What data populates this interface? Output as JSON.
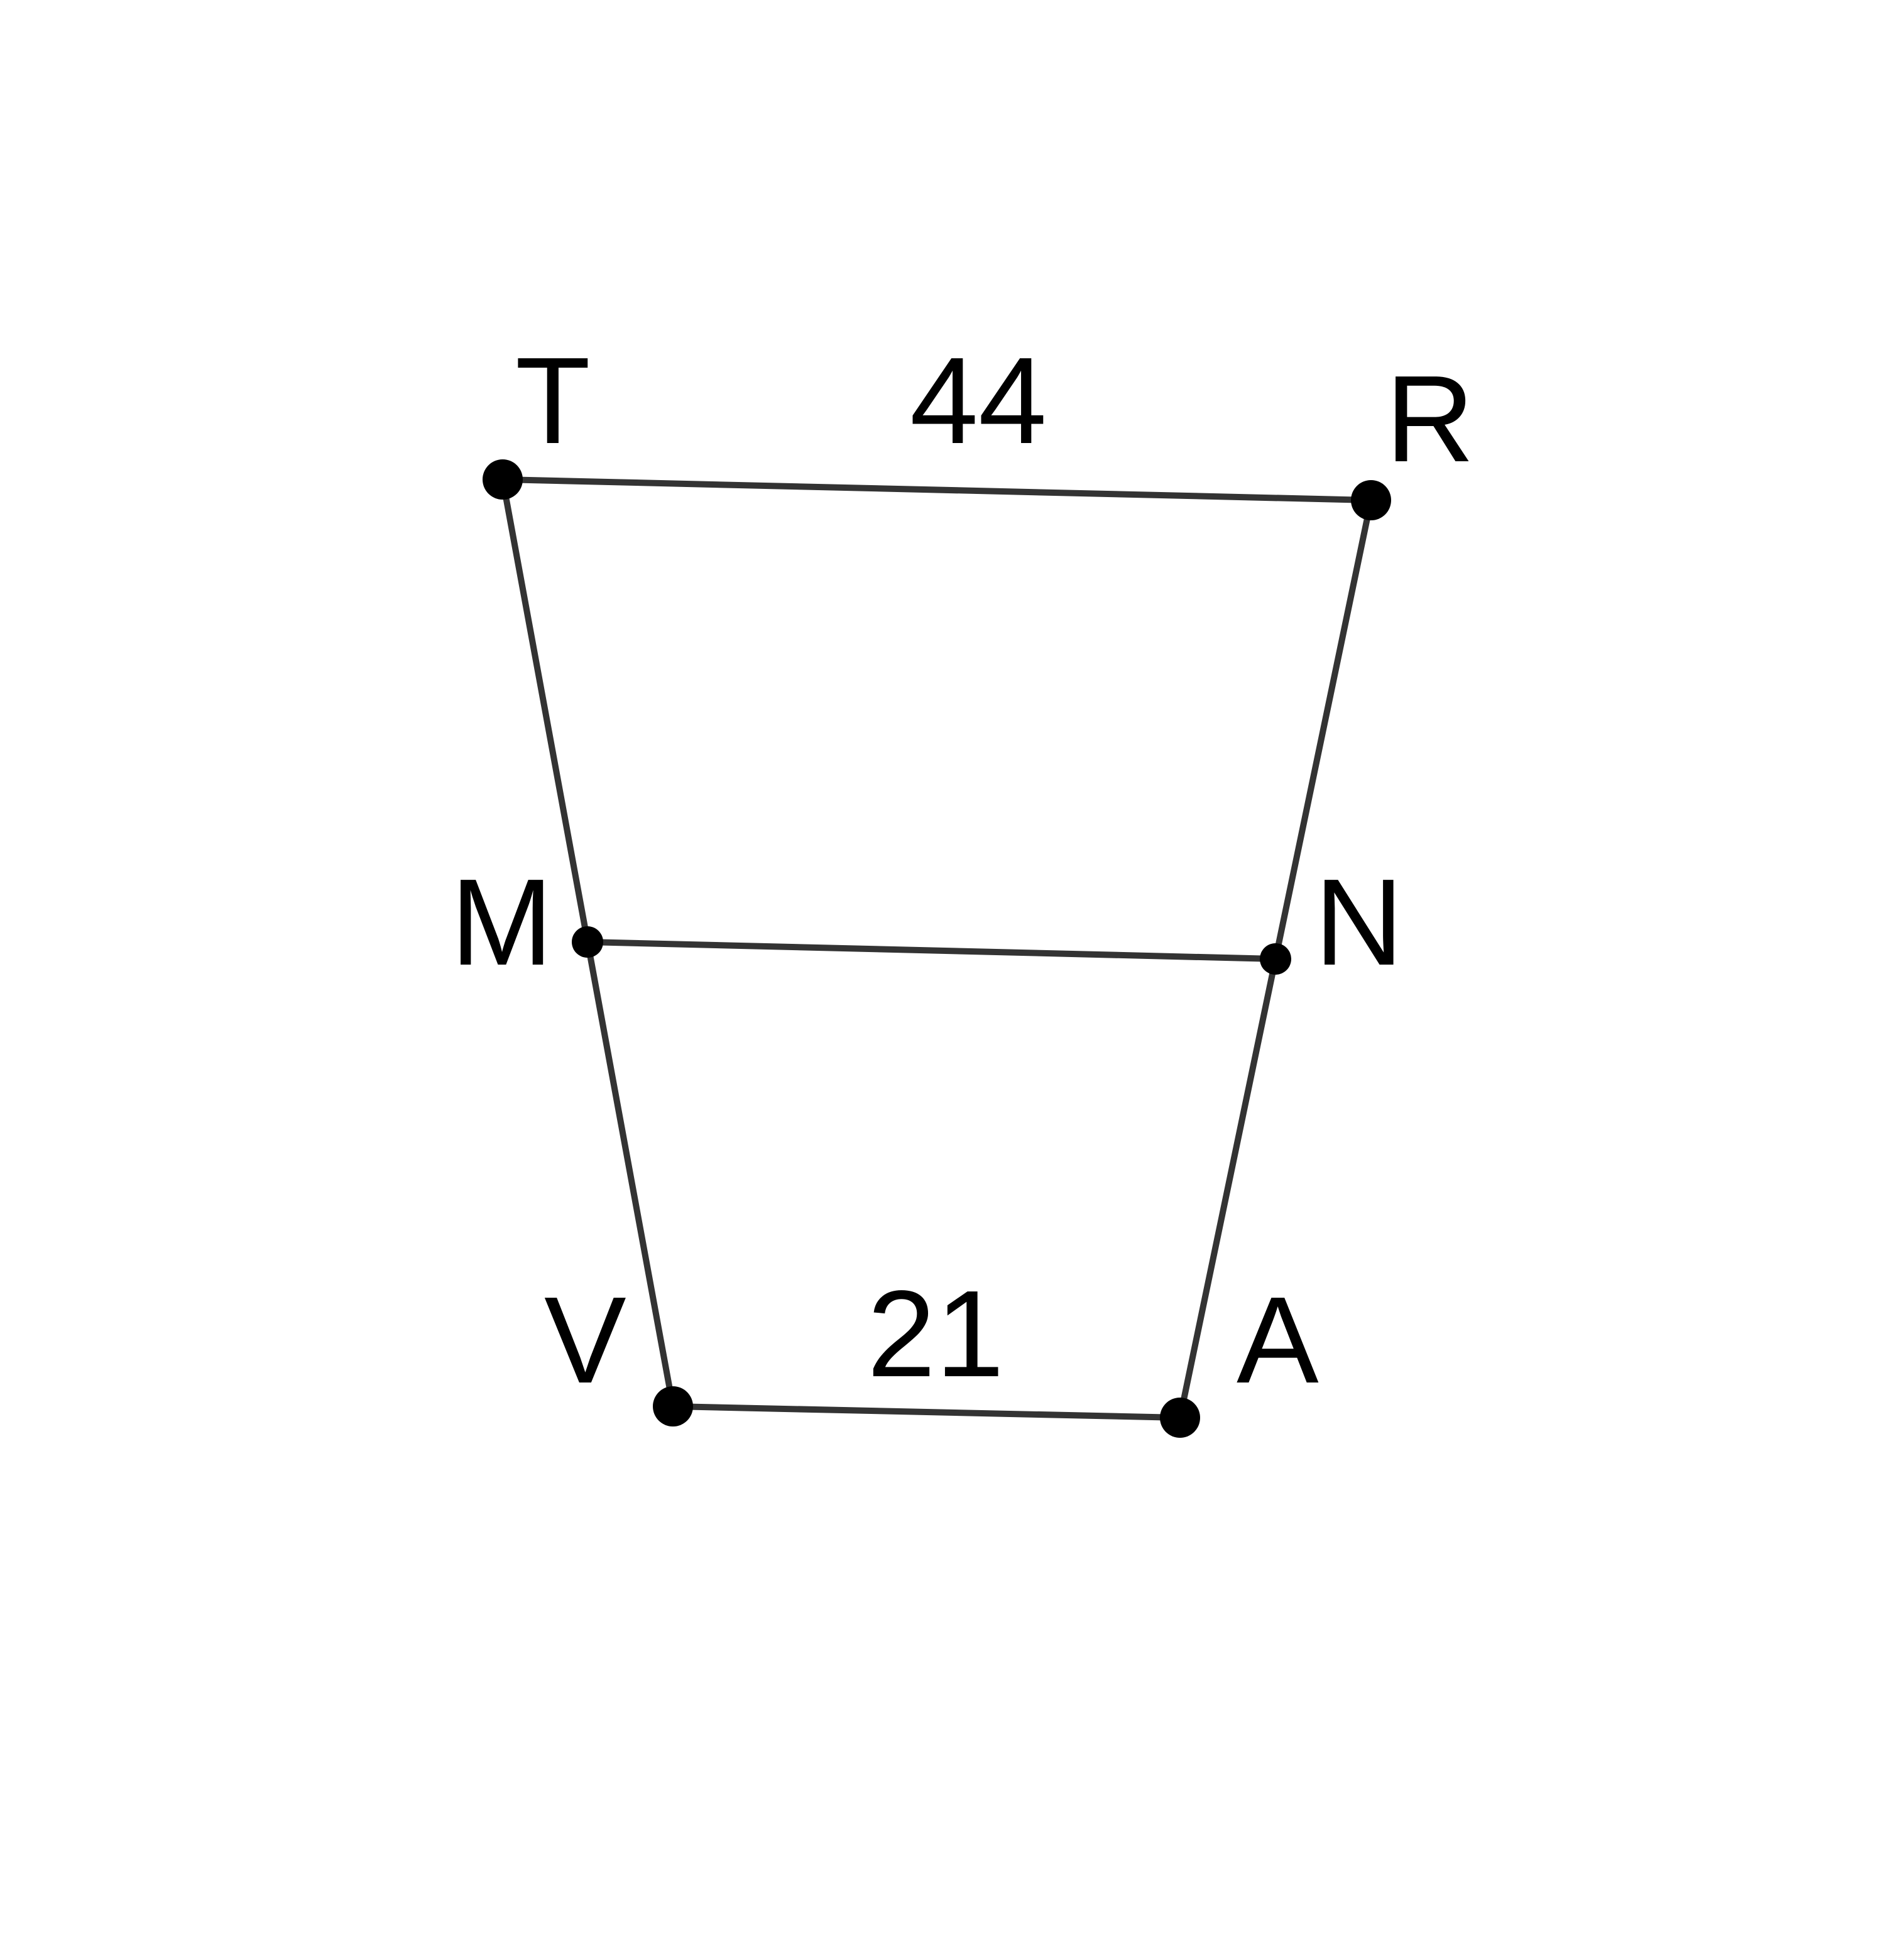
{
  "diagram": {
    "vertices": {
      "T": {
        "label": "T"
      },
      "R": {
        "label": "R"
      },
      "M": {
        "label": "M"
      },
      "N": {
        "label": "N"
      },
      "V": {
        "label": "V"
      },
      "A": {
        "label": "A"
      }
    },
    "segments": {
      "TR": {
        "length_label": "44"
      },
      "VA": {
        "length_label": "21"
      },
      "MN": {
        "length_label": ""
      }
    }
  }
}
